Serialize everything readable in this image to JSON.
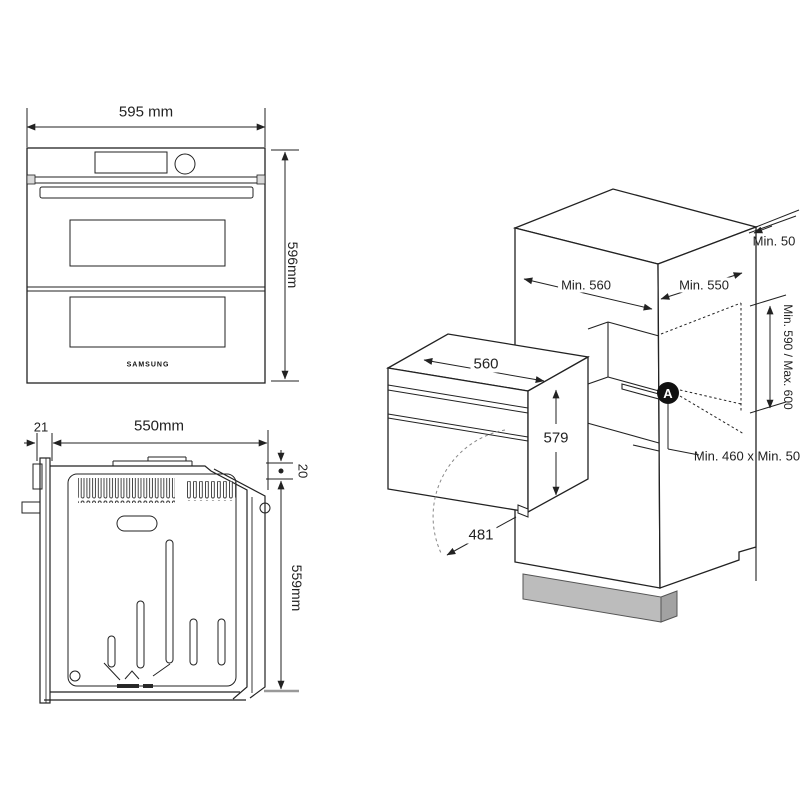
{
  "title": "Built-in oven installation dimensions diagram",
  "colors": {
    "line": "#222222",
    "plinth_front": "#bcbcbc",
    "plinth_side": "#a2a2a2",
    "marker_badge": "#111111"
  },
  "front_view": {
    "width_label": "595 mm",
    "height_label": "596mm",
    "brand": "SAMSUNG"
  },
  "side_view": {
    "door_depth_label": "21",
    "width_label": "550mm",
    "top_gap_label": "20",
    "height_label": "559mm"
  },
  "installation_view": {
    "niche_width_label": "Min. 560",
    "niche_depth_label": "Min. 550",
    "rear_gap_label": "Min. 50",
    "niche_height_label": "Min. 590 / Max. 600",
    "oven_width_label": "560",
    "oven_height_label": "579",
    "door_open_depth_label": "481",
    "vent_cutout_label": "Min. 460 x Min. 50",
    "marker_label": "A"
  }
}
